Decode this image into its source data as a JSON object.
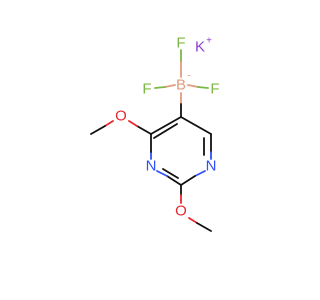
{
  "molecule": {
    "atoms": {
      "potassium": {
        "symbol": "K",
        "charge": "+",
        "color": "#8F40D4"
      },
      "fluorine_top": {
        "symbol": "F",
        "color": "#7CB846"
      },
      "fluorine_left": {
        "symbol": "F",
        "color": "#7CB846"
      },
      "fluorine_right": {
        "symbol": "F",
        "color": "#7CB846"
      },
      "boron": {
        "symbol": "B",
        "charge": "-",
        "color": "#E39B7E"
      },
      "oxygen_upper": {
        "symbol": "O",
        "color": "#E8282D"
      },
      "oxygen_lower": {
        "symbol": "O",
        "color": "#E8282D"
      },
      "nitrogen_left": {
        "symbol": "N",
        "color": "#3050F8"
      },
      "nitrogen_right": {
        "symbol": "N",
        "color": "#3050F8"
      }
    }
  }
}
